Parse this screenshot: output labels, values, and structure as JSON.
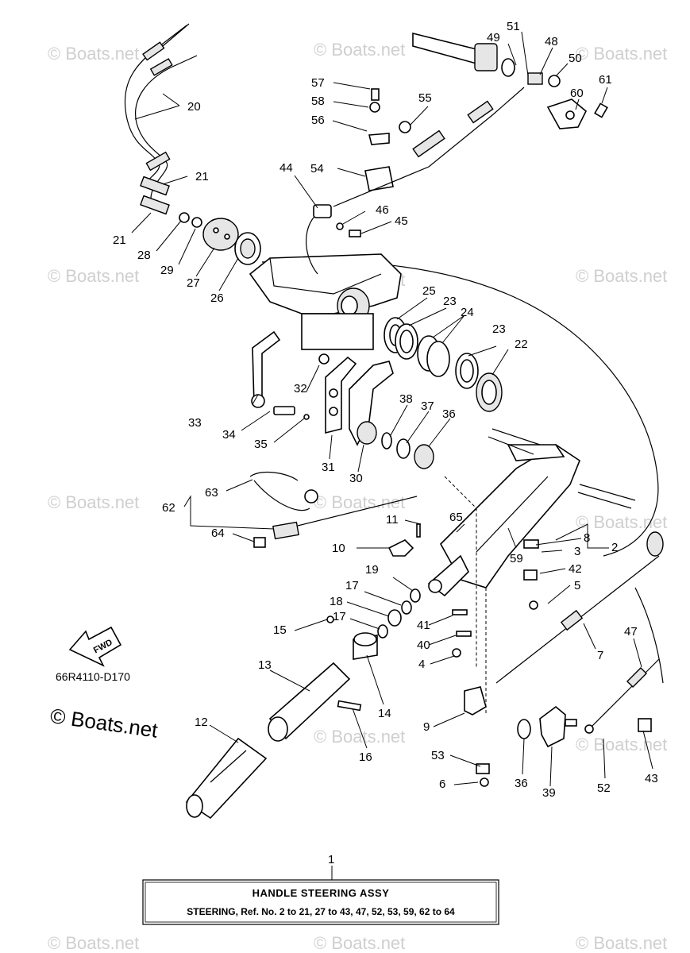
{
  "diagram": {
    "drawing_code": "66R4110-D170",
    "direction_label": "FWD",
    "brand": "© Boats.net",
    "watermark_text": "© Boats.net",
    "assembly": {
      "ref_number": "1",
      "title": "HANDLE STEERING ASSY",
      "description": "STEERING,  Ref. No. 2 to 21,  27 to 43,  47,  52,  53,  59,  62 to 64"
    },
    "callouts": [
      "2",
      "3",
      "4",
      "5",
      "6",
      "7",
      "8",
      "9",
      "10",
      "11",
      "12",
      "13",
      "14",
      "15",
      "16",
      "17",
      "17",
      "18",
      "19",
      "20",
      "21",
      "21",
      "22",
      "23",
      "23",
      "24",
      "25",
      "26",
      "27",
      "28",
      "29",
      "30",
      "31",
      "32",
      "33",
      "34",
      "35",
      "36",
      "36",
      "37",
      "38",
      "39",
      "40",
      "41",
      "42",
      "43",
      "44",
      "45",
      "46",
      "47",
      "48",
      "49",
      "50",
      "51",
      "52",
      "53",
      "54",
      "55",
      "56",
      "57",
      "58",
      "59",
      "60",
      "61",
      "62",
      "63",
      "64",
      "65"
    ]
  }
}
